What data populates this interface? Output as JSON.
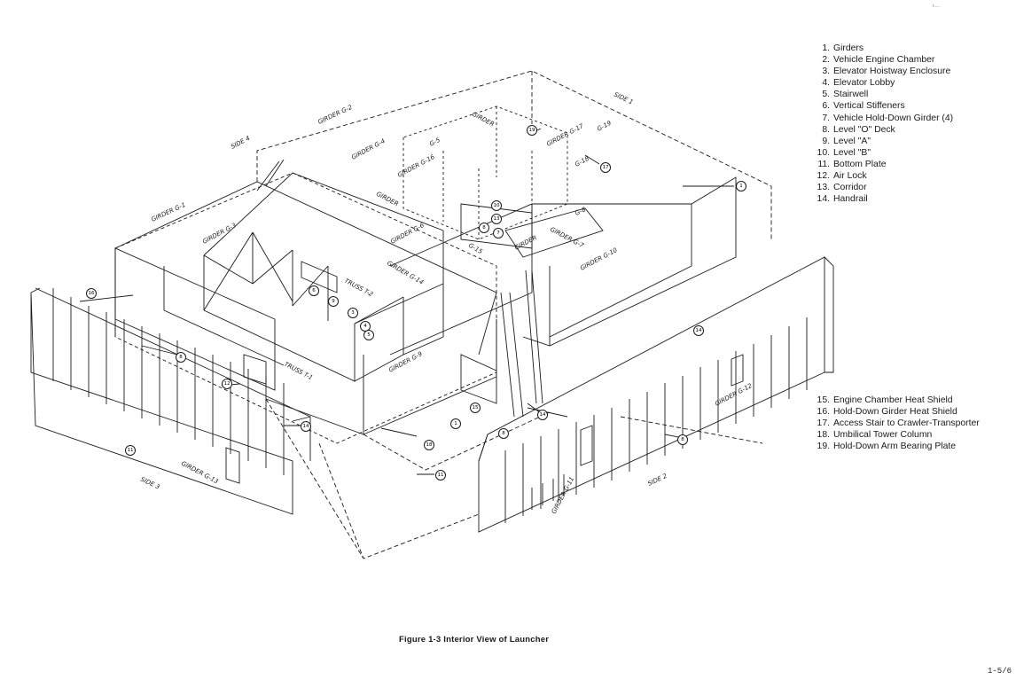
{
  "corner_mark": "r.....",
  "legend_top": [
    {
      "num": "1.",
      "text": "Girders"
    },
    {
      "num": "2.",
      "text": "Vehicle Engine Chamber"
    },
    {
      "num": "3.",
      "text": "Elevator Hoistway Enclosure"
    },
    {
      "num": "4.",
      "text": "Elevator Lobby"
    },
    {
      "num": "5.",
      "text": "Stairwell"
    },
    {
      "num": "6.",
      "text": "Vertical Stiffeners"
    },
    {
      "num": "7.",
      "text": "Vehicle Hold-Down Girder (4)"
    },
    {
      "num": "8.",
      "text": "Level \"O\" Deck"
    },
    {
      "num": "9.",
      "text": "Level \"A\""
    },
    {
      "num": "10.",
      "text": "Level \"B\""
    },
    {
      "num": "11.",
      "text": "Bottom Plate"
    },
    {
      "num": "12.",
      "text": "Air Lock"
    },
    {
      "num": "13.",
      "text": "Corridor"
    },
    {
      "num": "14.",
      "text": "Handrail"
    }
  ],
  "legend_bottom": [
    {
      "num": "15.",
      "text": "Engine Chamber Heat Shield"
    },
    {
      "num": "16.",
      "text": "Hold-Down Girder Heat Shield"
    },
    {
      "num": "17.",
      "text": "Access Stair to Crawler-Transporter"
    },
    {
      "num": "18.",
      "text": "Umbilical Tower Column"
    },
    {
      "num": "19.",
      "text": "Hold-Down Arm Bearing Plate"
    }
  ],
  "diagram_labels": {
    "side1": "SIDE 1",
    "side2": "SIDE 2",
    "side3": "SIDE 3",
    "side4": "SIDE 4",
    "g1": "GIRDER G-1",
    "g2": "GIRDER G-2",
    "g3": "GIRDER G-3",
    "g4": "GIRDER G-4",
    "g5": "G-5",
    "g6": "GIRDER G-6",
    "g7": "GIRDER G-7",
    "g8": "G-8",
    "g9": "GIRDER G-9",
    "g10": "GIRDER G-10",
    "g11": "GIRDER G-11",
    "g12": "GIRDER G-12",
    "g13": "GIRDER G-13",
    "g14": "GIRDER G-14",
    "g15": "G-15",
    "g16": "GIRDER G-16",
    "g17": "GIRDER G-17",
    "g18": "G-18",
    "g19": "G-19",
    "girder_a": "GIRDER",
    "girder_b": "GIRDER",
    "girder_c": "GIRDER",
    "truss1": "TRUSS T-1",
    "truss2": "TRUSS T-2"
  },
  "callouts": [
    "1",
    "19",
    "17",
    "10",
    "13",
    "7",
    "6",
    "9",
    "3",
    "4",
    "5",
    "12",
    "8",
    "16",
    "15",
    "18",
    "11",
    "14",
    "14",
    "8",
    "11",
    "8",
    "14",
    "1",
    "8"
  ],
  "caption": "Figure 1-3  Interior View of Launcher",
  "page_number": "1-5/6"
}
